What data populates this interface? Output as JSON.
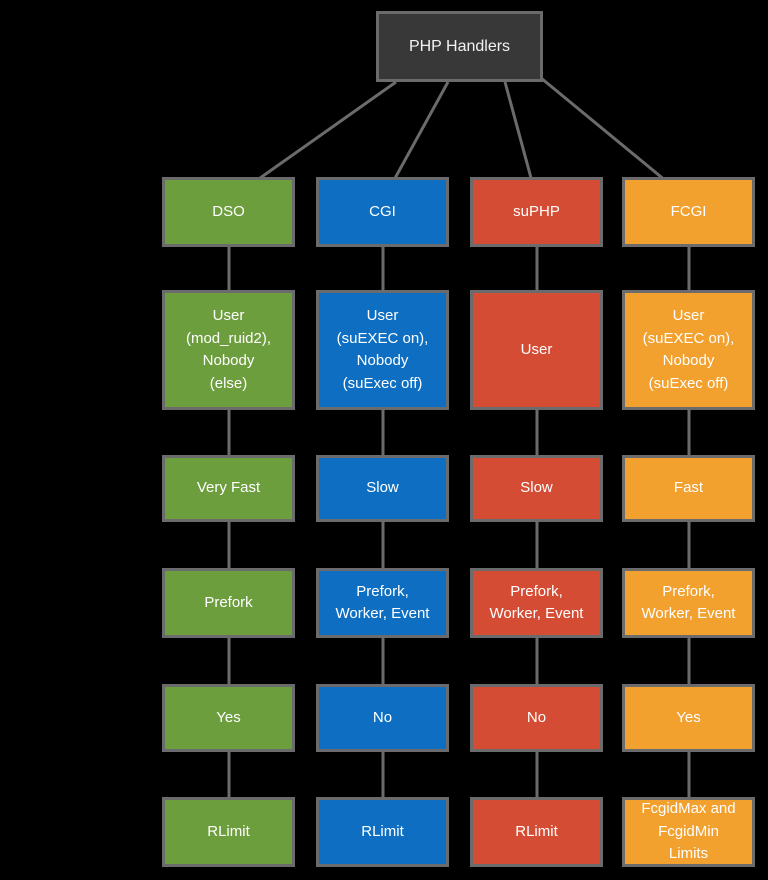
{
  "diagram": {
    "title_node": {
      "label": "PHP Handlers"
    },
    "colors": {
      "background": "#000000",
      "root_fill": "#383838",
      "node_border": "#6b6b6d",
      "connector": "#6b6b6d",
      "text": "#ffffff",
      "green": "#6d9e3e",
      "blue": "#0e6fc2",
      "red": "#d54c35",
      "orange": "#f2a02e"
    },
    "columns": [
      {
        "header": "DSO",
        "color": "#6d9e3e",
        "cells": [
          "User\n(mod_ruid2),\nNobody\n(else)",
          "Very Fast",
          "Prefork",
          "Yes",
          "RLimit"
        ]
      },
      {
        "header": "CGI",
        "color": "#0e6fc2",
        "cells": [
          "User\n(suEXEC on),\nNobody\n(suExec off)",
          "Slow",
          "Prefork,\nWorker, Event",
          "No",
          "RLimit"
        ]
      },
      {
        "header": "suPHP",
        "color": "#d54c35",
        "cells": [
          "User",
          "Slow",
          "Prefork,\nWorker, Event",
          "No",
          "RLimit"
        ]
      },
      {
        "header": "FCGI",
        "color": "#f2a02e",
        "cells": [
          "User\n(suEXEC on),\nNobody\n(suExec off)",
          "Fast",
          "Prefork,\nWorker, Event",
          "Yes",
          "FcgidMax and\nFcgidMin\nLimits"
        ]
      }
    ]
  }
}
